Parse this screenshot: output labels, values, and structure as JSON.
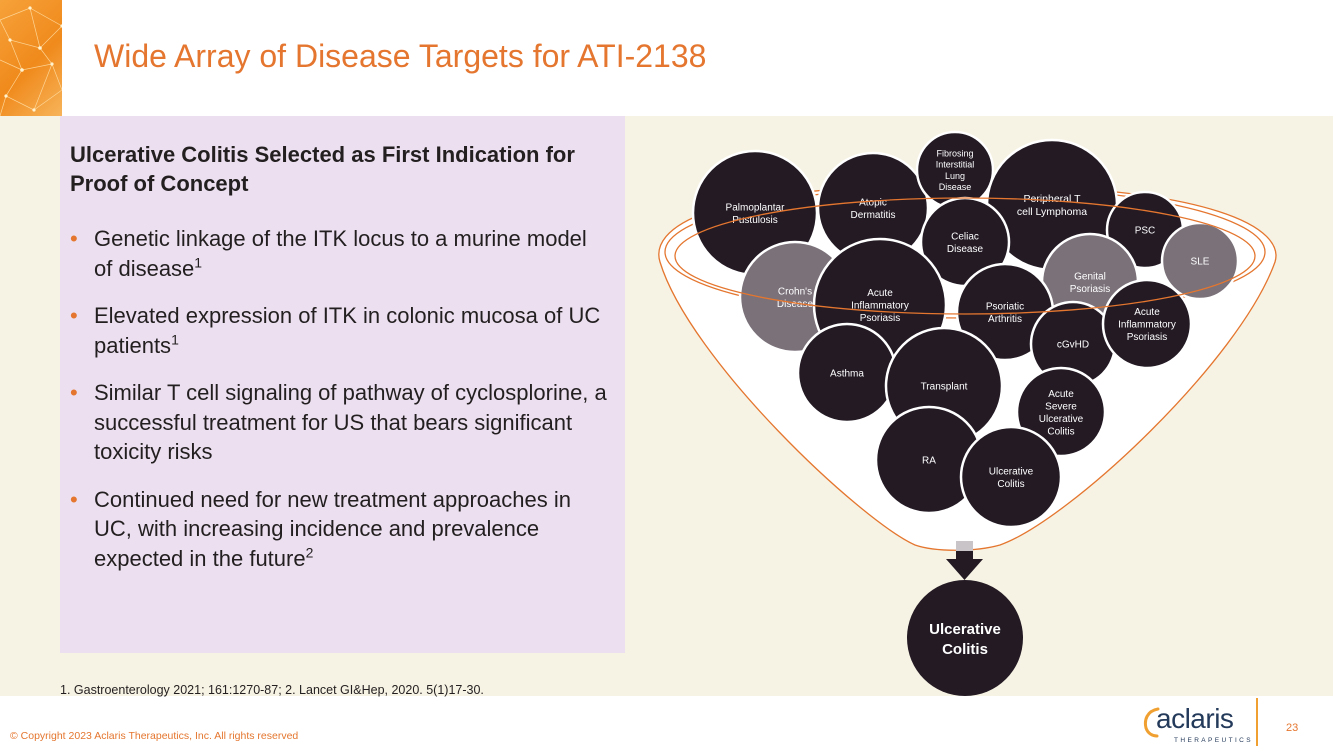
{
  "header": {
    "title": "Wide Array of Disease Targets for ATI-2138"
  },
  "left_panel": {
    "subhead": "Ulcerative Colitis Selected as First Indication for Proof of Concept",
    "bullets": [
      {
        "text": "Genetic linkage of the ITK locus to a murine model of disease",
        "sup": "1"
      },
      {
        "text": "Elevated expression of ITK in colonic mucosa of UC patients",
        "sup": "1"
      },
      {
        "text": "Similar T cell signaling of pathway of cyclosplorine, a successful treatment for US that bears significant toxicity risks",
        "sup": ""
      },
      {
        "text": "Continued need for new treatment approaches in UC, with increasing incidence and prevalence expected in the future",
        "sup": "2"
      }
    ]
  },
  "diagram": {
    "circles": [
      {
        "lines": [
          "Palmoplantar",
          "Pustulosis"
        ],
        "tone": "dark"
      },
      {
        "lines": [
          "Atopic",
          "Dermatitis"
        ],
        "tone": "dark"
      },
      {
        "lines": [
          "Fibrosing",
          "Interstitial",
          "Lung",
          "Disease"
        ],
        "tone": "dark"
      },
      {
        "lines": [
          "Peripheral T",
          "cell Lymphoma"
        ],
        "tone": "dark"
      },
      {
        "lines": [
          "PSC"
        ],
        "tone": "dark"
      },
      {
        "lines": [
          "SLE"
        ],
        "tone": "grey"
      },
      {
        "lines": [
          "Celiac",
          "Disease"
        ],
        "tone": "dark"
      },
      {
        "lines": [
          "Genital",
          "Psoriasis"
        ],
        "tone": "grey"
      },
      {
        "lines": [
          "Crohn's",
          "Disease"
        ],
        "tone": "grey"
      },
      {
        "lines": [
          "Acute",
          "Inflammatory",
          "Psoriasis"
        ],
        "tone": "dark"
      },
      {
        "lines": [
          "Psoriatic",
          "Arthritis"
        ],
        "tone": "dark"
      },
      {
        "lines": [
          "cGvHD"
        ],
        "tone": "dark"
      },
      {
        "lines": [
          "Acute",
          "Inflammatory",
          "Psoriasis"
        ],
        "tone": "dark"
      },
      {
        "lines": [
          "Asthma"
        ],
        "tone": "dark"
      },
      {
        "lines": [
          "Transplant"
        ],
        "tone": "dark"
      },
      {
        "lines": [
          "Acute",
          "Severe",
          "Ulcerative",
          "Colitis"
        ],
        "tone": "dark"
      },
      {
        "lines": [
          "RA"
        ],
        "tone": "dark"
      },
      {
        "lines": [
          "Ulcerative",
          "Colitis"
        ],
        "tone": "dark"
      }
    ],
    "result": {
      "lines": [
        "Ulcerative",
        "Colitis"
      ]
    }
  },
  "footer": {
    "footnote": "1. Gastroenterology 2021; 161:1270-87; 2. Lancet GI&Hep, 2020. 5(1)17-30.",
    "copyright": "© Copyright 2023 Aclaris Therapeutics, Inc. All rights reserved",
    "page": "23",
    "logo_word": "aclaris",
    "logo_sub": "THERAPEUTICS"
  },
  "colors": {
    "accent": "#e4762f",
    "circle_dark": "#231a24",
    "circle_grey": "#7a7179",
    "panel": "#ece0f0",
    "background": "#f7f3e4"
  }
}
